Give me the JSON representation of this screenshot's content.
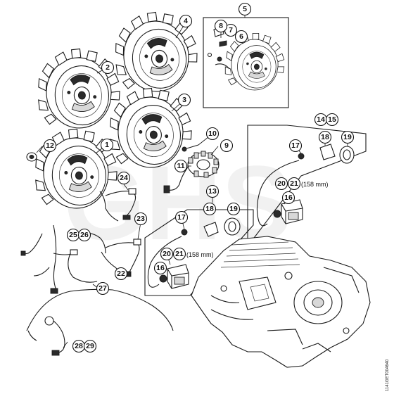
{
  "diagram": {
    "watermark": "GHS",
    "doc_id": "1141GET004640",
    "callouts": [
      {
        "key": "c1",
        "label": "1"
      },
      {
        "key": "c2",
        "label": "2"
      },
      {
        "key": "c3",
        "label": "3"
      },
      {
        "key": "c4",
        "label": "4"
      },
      {
        "key": "c5",
        "label": "5"
      },
      {
        "key": "c6",
        "label": "6"
      },
      {
        "key": "c7",
        "label": "7"
      },
      {
        "key": "c8",
        "label": "8"
      },
      {
        "key": "c9",
        "label": "9"
      },
      {
        "key": "c10",
        "label": "10"
      },
      {
        "key": "c11",
        "label": "11"
      },
      {
        "key": "c12",
        "label": "12"
      },
      {
        "key": "c13",
        "label": "13"
      },
      {
        "key": "c14",
        "label": "14"
      },
      {
        "key": "c15",
        "label": "15"
      },
      {
        "key": "c16a",
        "label": "16"
      },
      {
        "key": "c16b",
        "label": "16"
      },
      {
        "key": "c17a",
        "label": "17"
      },
      {
        "key": "c17b",
        "label": "17"
      },
      {
        "key": "c18a",
        "label": "18"
      },
      {
        "key": "c18b",
        "label": "18"
      },
      {
        "key": "c19a",
        "label": "19"
      },
      {
        "key": "c19b",
        "label": "19"
      },
      {
        "key": "c20a",
        "label": "20"
      },
      {
        "key": "c20b",
        "label": "20"
      },
      {
        "key": "c21a",
        "label": "21"
      },
      {
        "key": "c21b",
        "label": "21"
      },
      {
        "key": "c22",
        "label": "22"
      },
      {
        "key": "c23",
        "label": "23"
      },
      {
        "key": "c24",
        "label": "24"
      },
      {
        "key": "c25",
        "label": "25"
      },
      {
        "key": "c26",
        "label": "26"
      },
      {
        "key": "c27",
        "label": "27"
      },
      {
        "key": "c28",
        "label": "28"
      },
      {
        "key": "c29",
        "label": "29"
      }
    ],
    "notes": {
      "length_upper": "(158 mm)",
      "length_lower": "(158 mm)"
    }
  }
}
